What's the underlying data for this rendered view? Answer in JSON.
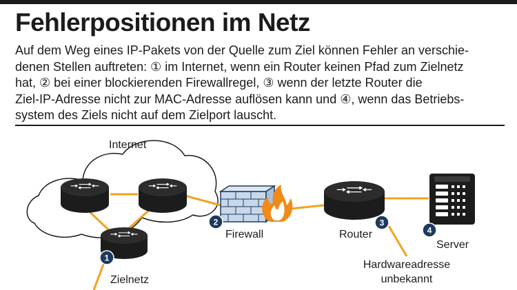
{
  "header": {
    "title": "Fehlerpositionen im Netz",
    "intro_lines": [
      "Auf dem Weg eines IP-Pakets von der Quelle zum Ziel können Fehler an verschie-",
      "denen Stellen auftreten: ① im Internet, wenn ein Router keinen Pfad zum Zielnetz",
      "hat, ② bei einer blockierenden Firewallregel, ③ wenn der letzte Router die",
      "Ziel-IP-Adresse nicht zur MAC-Adresse auflösen kann und ④, wenn das Betriebs-",
      "system des Ziels nicht auf dem Zielport lauscht."
    ]
  },
  "diagram": {
    "cloud_label": "Internet",
    "zielnetz_label": "Zielnetz",
    "firewall_label": "Firewall",
    "router_label": "Router",
    "server_label": "Server",
    "hw_line1": "Hardwareadresse",
    "hw_line2": "unbekannt",
    "badges": [
      "1",
      "2",
      "3",
      "4"
    ]
  },
  "colors": {
    "accent_orange": "#f0a31d",
    "badge_navy": "#1c3a5e",
    "device_dark": "#1c1c1c",
    "wall_blue": "#c8d8ea",
    "flame": "#f08a18"
  },
  "icons": [
    "router-icon",
    "firewall-icon",
    "flame-icon",
    "server-icon"
  ]
}
